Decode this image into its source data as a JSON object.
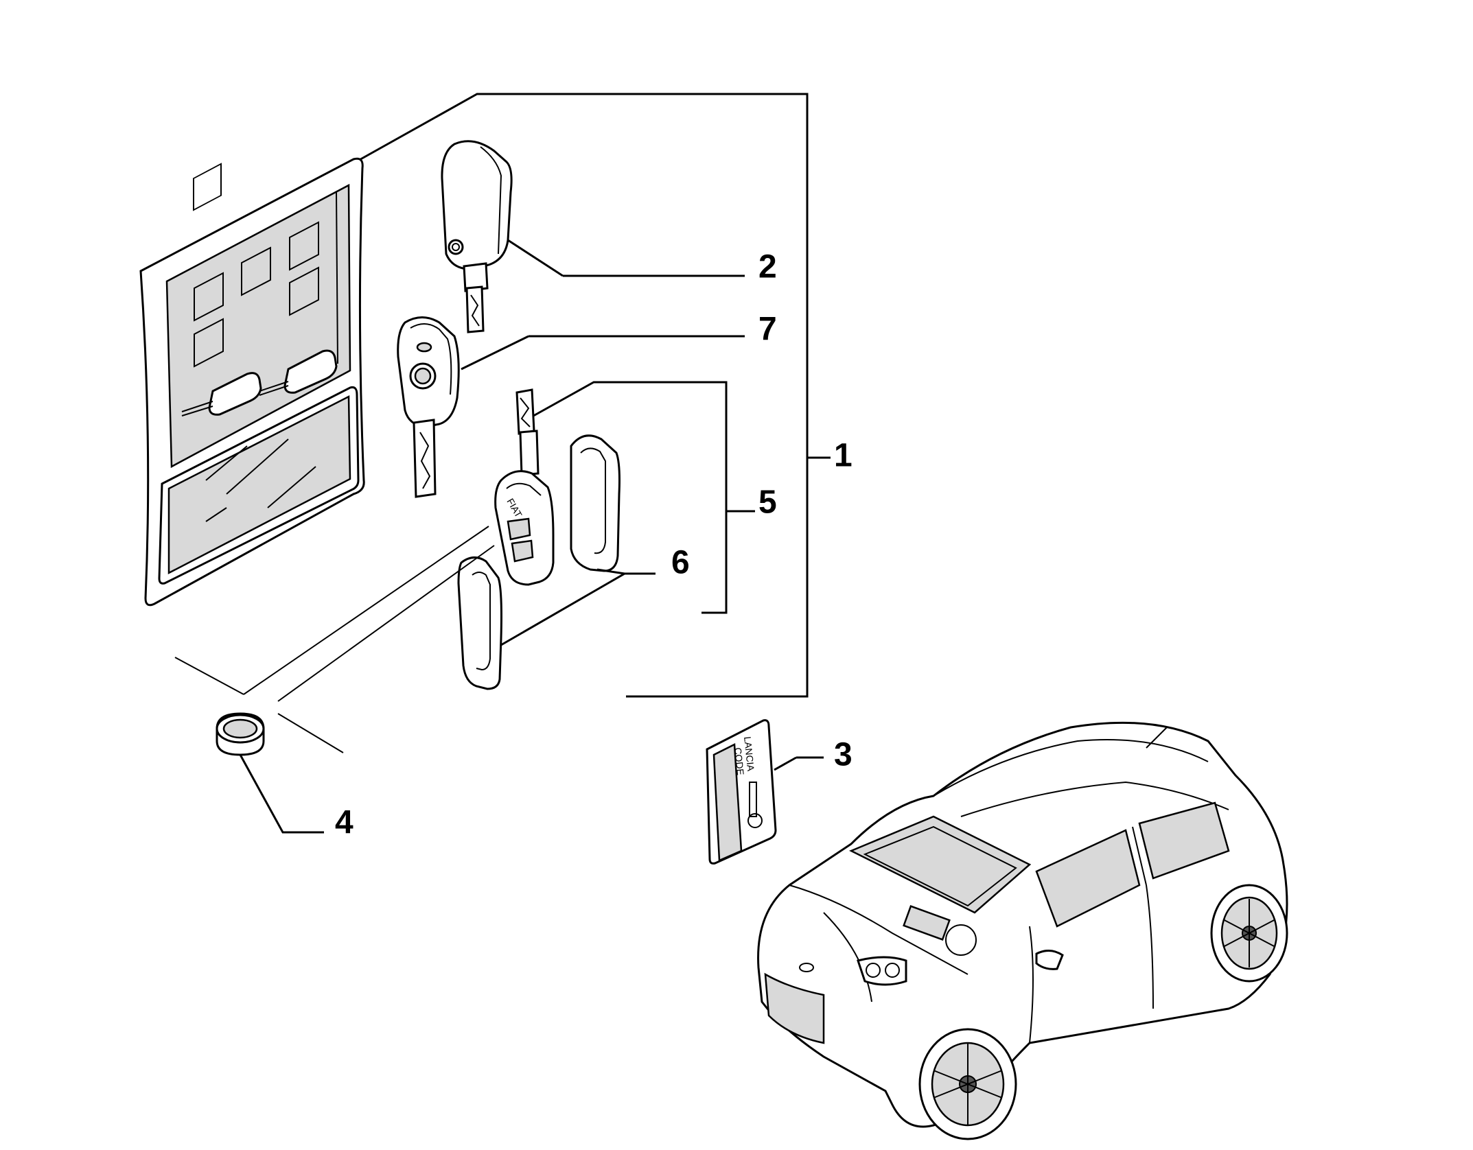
{
  "callouts": [
    {
      "id": "1",
      "label": "1"
    },
    {
      "id": "2",
      "label": "2"
    },
    {
      "id": "3",
      "label": "3"
    },
    {
      "id": "4",
      "label": "4"
    },
    {
      "id": "5",
      "label": "5"
    },
    {
      "id": "6",
      "label": "6"
    },
    {
      "id": "7",
      "label": "7"
    }
  ],
  "markings": {
    "key_fob_brand": "FIAT",
    "code_card_brand": "LANCIA",
    "code_card_code": "CODE"
  }
}
